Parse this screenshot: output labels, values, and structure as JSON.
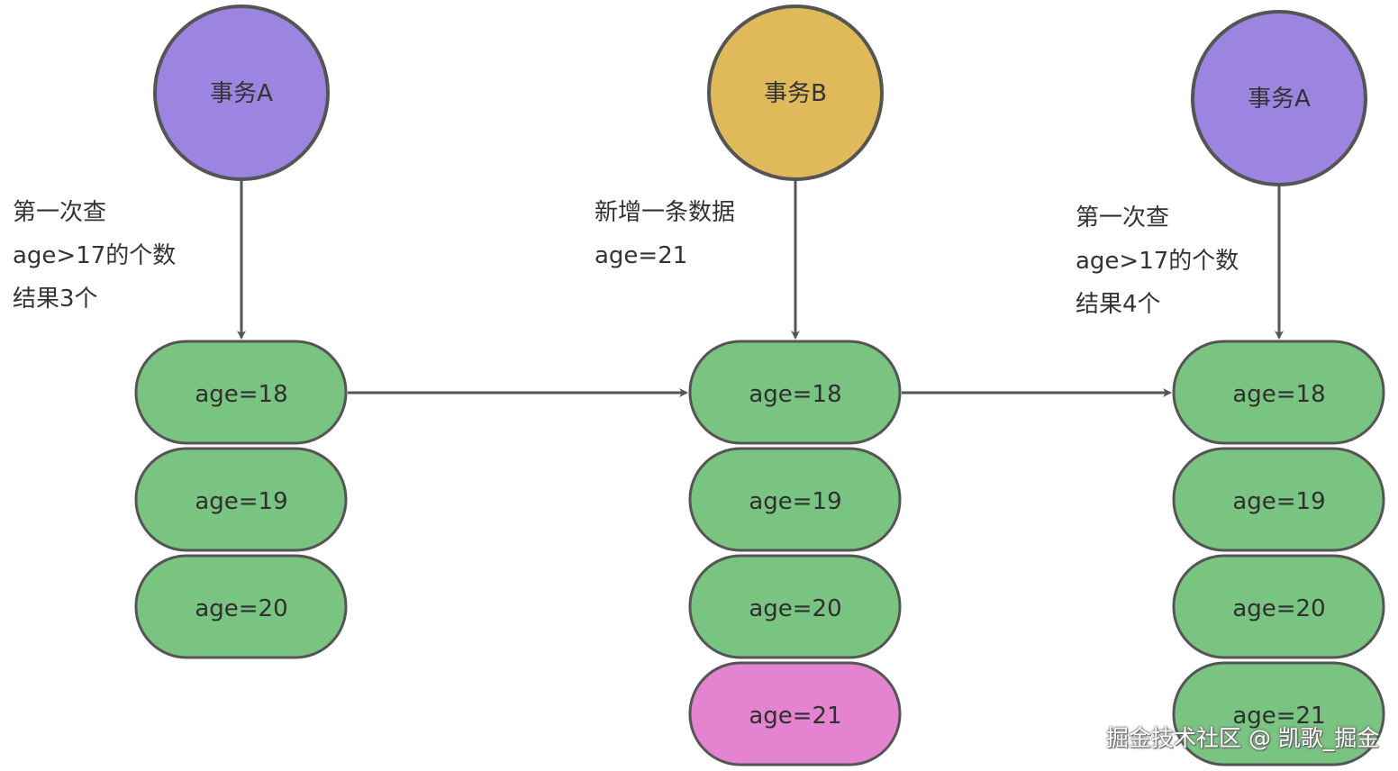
{
  "colors": {
    "transaction_a": "#9b85e0",
    "transaction_b": "#dfb95a",
    "row_existing": "#7ac482",
    "row_new": "#e484d1",
    "stroke": "#555555",
    "arrow": "#555555"
  },
  "columns": [
    {
      "transaction_label": "事务A",
      "transaction_color": "transaction_a",
      "note_lines": [
        "第一次查",
        "age>17的个数",
        "结果3个"
      ],
      "rows": [
        {
          "label": "age=18",
          "kind": "row_existing"
        },
        {
          "label": "age=19",
          "kind": "row_existing"
        },
        {
          "label": "age=20",
          "kind": "row_existing"
        }
      ]
    },
    {
      "transaction_label": "事务B",
      "transaction_color": "transaction_b",
      "note_lines": [
        "新增一条数据",
        "age=21"
      ],
      "rows": [
        {
          "label": "age=18",
          "kind": "row_existing"
        },
        {
          "label": "age=19",
          "kind": "row_existing"
        },
        {
          "label": "age=20",
          "kind": "row_existing"
        },
        {
          "label": "age=21",
          "kind": "row_new"
        }
      ]
    },
    {
      "transaction_label": "事务A",
      "transaction_color": "transaction_a",
      "note_lines": [
        "第一次查",
        "age>17的个数",
        "结果4个"
      ],
      "rows": [
        {
          "label": "age=18",
          "kind": "row_existing"
        },
        {
          "label": "age=19",
          "kind": "row_existing"
        },
        {
          "label": "age=20",
          "kind": "row_existing"
        },
        {
          "label": "age=21",
          "kind": "row_existing"
        }
      ]
    }
  ],
  "watermark": "掘金技术社区 @ 凯歌_掘金"
}
